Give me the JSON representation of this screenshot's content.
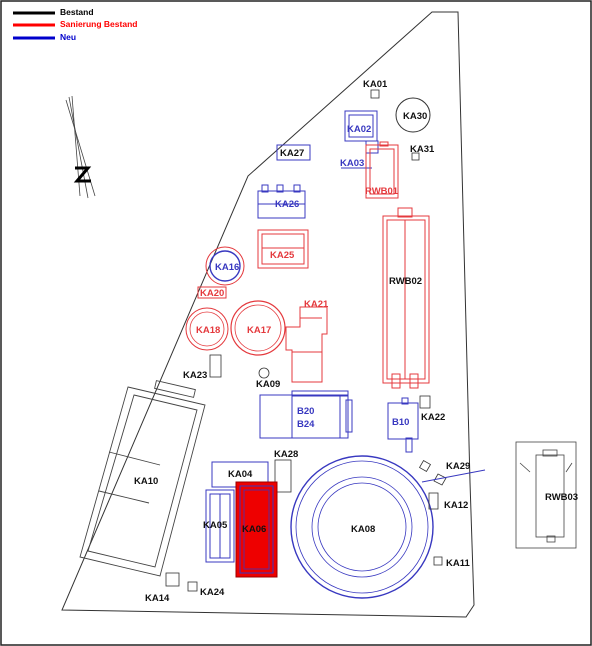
{
  "legend": [
    {
      "label": "Bestand",
      "color": "#000000"
    },
    {
      "label": "Sanierung Bestand",
      "color": "#ff0000"
    },
    {
      "label": "Neu",
      "color": "#0000cc"
    }
  ],
  "colors": {
    "bestand": "#333333",
    "sanierung": "#e4393d",
    "neu": "#3838c0",
    "highlight_fill": "#ee0000"
  },
  "north_arrow_label": "N",
  "labels": {
    "ka01": "KA01",
    "ka02": "KA02",
    "ka03": "KA03",
    "ka04": "KA04",
    "ka05": "KA05",
    "ka06": "KA06",
    "ka08": "KA08",
    "ka09": "KA09",
    "ka10": "KA10",
    "ka11": "KA11",
    "ka12": "KA12",
    "ka14": "KA14",
    "ka16": "KA16",
    "ka17": "KA17",
    "ka18": "KA18",
    "ka20": "KA20",
    "ka21": "KA21",
    "ka22": "KA22",
    "ka23": "KA23",
    "ka24": "KA24",
    "ka25": "KA25",
    "ka26": "KA26",
    "ka27": "KA27",
    "ka28": "KA28",
    "ka29": "KA29",
    "ka30": "KA30",
    "ka31": "KA31",
    "rwb01": "RWB01",
    "rwb02": "RWB02",
    "rwb03": "RWB03",
    "b20": "B20",
    "b24": "B24",
    "b10": "B10"
  }
}
